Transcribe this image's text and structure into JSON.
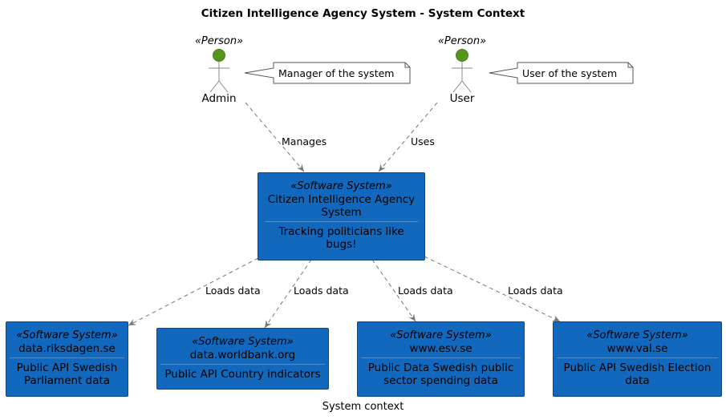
{
  "diagram": {
    "title": "Citizen Intelligence Agency System - System Context",
    "caption": "System context"
  },
  "persons": {
    "admin": {
      "stereotype": "«Person»",
      "name": "Admin",
      "note": "Manager of the system"
    },
    "user": {
      "stereotype": "«Person»",
      "name": "User",
      "note": "User of the system"
    }
  },
  "main_system": {
    "stereotype": "«Software System»",
    "name": "Citizen Intelligence Agency System",
    "description": "Tracking politicians like bugs!"
  },
  "external_systems": [
    {
      "stereotype": "«Software System»",
      "name": "data.riksdagen.se",
      "description": "Public API Swedish Parliament data"
    },
    {
      "stereotype": "«Software System»",
      "name": "data.worldbank.org",
      "description": "Public API Country indicators"
    },
    {
      "stereotype": "«Software System»",
      "name": "www.esv.se",
      "description": "Public Data Swedish public sector spending data"
    },
    {
      "stereotype": "«Software System»",
      "name": "www.val.se",
      "description": "Public API Swedish Election data"
    }
  ],
  "relations": {
    "admin_manages": "Manages",
    "user_uses": "Uses",
    "loads": [
      "Loads data",
      "Loads data",
      "Loads data",
      "Loads data"
    ]
  },
  "colors": {
    "system_fill": "#1168bd",
    "person_head": "#55951c",
    "edge": "#777777"
  }
}
